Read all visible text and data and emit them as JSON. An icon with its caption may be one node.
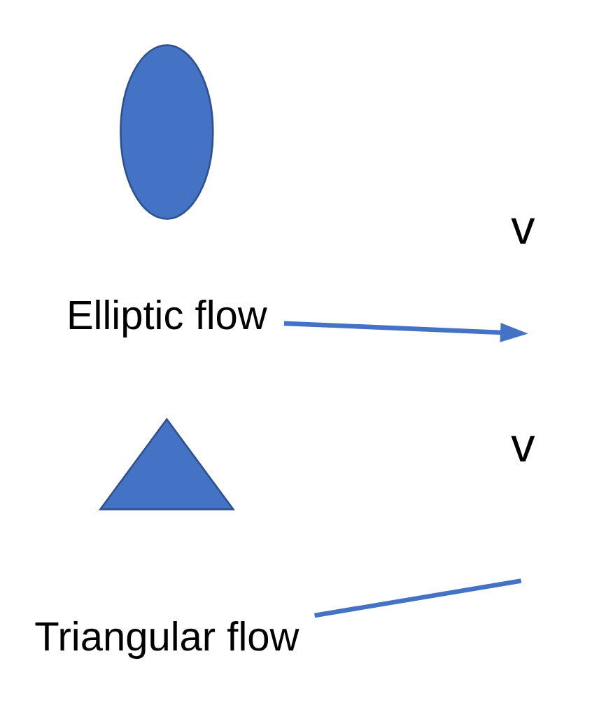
{
  "diagram": {
    "nodes": [
      {
        "text": [],
        "shape": "ellipse"
      },
      {
        "text": [
          "Elliptic flow"
        ]
      },
      {
        "text": [],
        "shape": "triangle"
      },
      {
        "text": [
          "Triangular flow"
        ]
      }
    ],
    "edges": [
      {
        "from": 1,
        "to": null,
        "arrow": "to"
      },
      {
        "from": 3,
        "to": null,
        "arrow": "none"
      }
    ],
    "labels": [
      "v",
      "v"
    ]
  }
}
